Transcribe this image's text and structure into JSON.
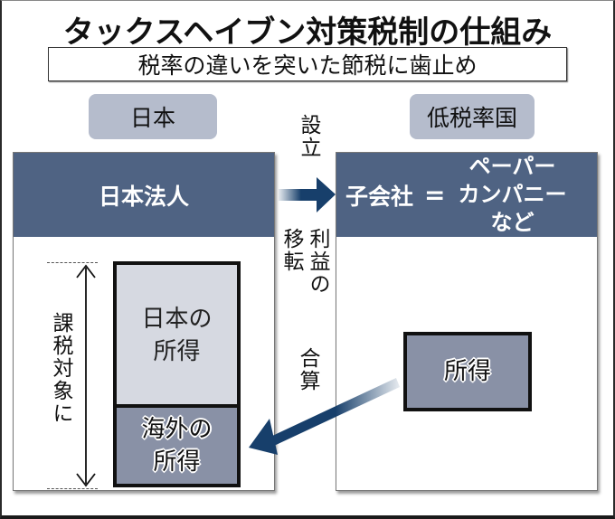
{
  "title": "タックスヘイブン対策税制の仕組み",
  "subtitle": "税率の違いを突いた節税に歯止め",
  "colors": {
    "panel_header": "#4f6383",
    "country_label_bg": "#b5bccc",
    "arrow": "#173f6b",
    "domestic_income": "#d6d9e1",
    "foreign_income": "#8991a6"
  },
  "left": {
    "country": "日本",
    "entity": "日本法人",
    "taxable_label": "課税対象に",
    "domestic_income": [
      "日本の",
      "所得"
    ],
    "foreign_income": [
      "海外の",
      "所得"
    ]
  },
  "right": {
    "country": "低税率国",
    "entity": "子会社",
    "equals": "=",
    "entity_type": [
      "ペーパー",
      "カンパニー",
      "など"
    ],
    "income": "所得"
  },
  "flows": {
    "establish": "設立",
    "profit_transfer_1": "利益の",
    "profit_transfer_2": "移転",
    "consolidate": "合算"
  }
}
